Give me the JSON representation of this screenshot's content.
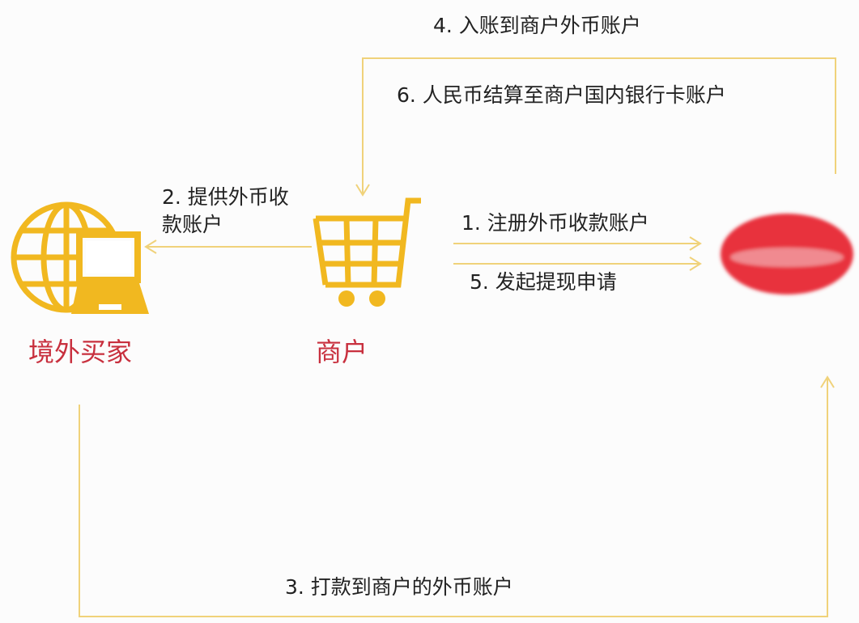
{
  "colors": {
    "line": "#f0d27a",
    "icon": "#f1b820",
    "node_label": "#c8303e",
    "text": "#222222",
    "blurred_logo": "#e8303c"
  },
  "nodes": {
    "buyer": {
      "label": "境外买家",
      "icon": "globe-laptop-icon"
    },
    "merchant": {
      "label": "商户",
      "icon": "shopping-cart-icon"
    },
    "platform": {
      "icon": "blurred-logo"
    }
  },
  "steps": [
    {
      "label": "1. 注册外币收款账户"
    },
    {
      "label_line1": "2. 提供外币收",
      "label_line2": "款账户"
    },
    {
      "label": "3. 打款到商户的外币账户"
    },
    {
      "label": "4. 入账到商户外币账户"
    },
    {
      "label": "5. 发起提现申请"
    },
    {
      "label": "6. 人民币结算至商户国内银行卡账户"
    }
  ]
}
